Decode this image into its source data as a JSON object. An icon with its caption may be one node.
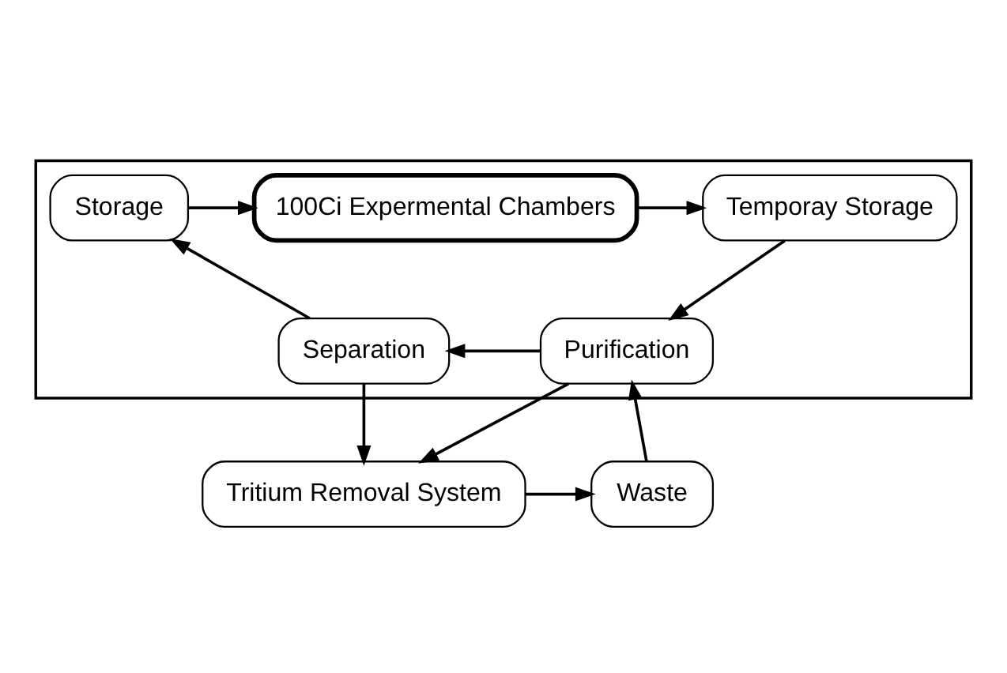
{
  "diagram": {
    "nodes": [
      {
        "text": [],
        "shape": "box"
      },
      {
        "text": [
          "Storage"
        ],
        "in": 0
      },
      {
        "text": [
          "100Ci Expermental Chambers"
        ],
        "in": 0
      },
      {
        "text": [
          "Temporay Storage"
        ],
        "in": 0
      },
      {
        "text": [
          "Purification"
        ],
        "in": 0
      },
      {
        "text": [
          "Separation"
        ],
        "in": 0
      },
      {
        "text": [
          "Tritium Removal System"
        ]
      },
      {
        "text": [
          "Waste"
        ]
      }
    ],
    "edges": [
      {
        "from": 1,
        "to": 2,
        "arrow": "to"
      },
      {
        "from": 2,
        "to": 3,
        "arrow": "to"
      },
      {
        "from": 3,
        "to": 4,
        "arrow": "to"
      },
      {
        "from": 4,
        "to": 5,
        "arrow": "to"
      },
      {
        "from": 4,
        "to": 6,
        "arrow": "to"
      },
      {
        "from": 5,
        "to": 1,
        "arrow": "to"
      },
      {
        "from": 5,
        "to": 6,
        "arrow": "to"
      },
      {
        "from": 6,
        "to": 7,
        "arrow": "to"
      },
      {
        "from": 7,
        "to": 4,
        "arrow": "to"
      }
    ]
  }
}
